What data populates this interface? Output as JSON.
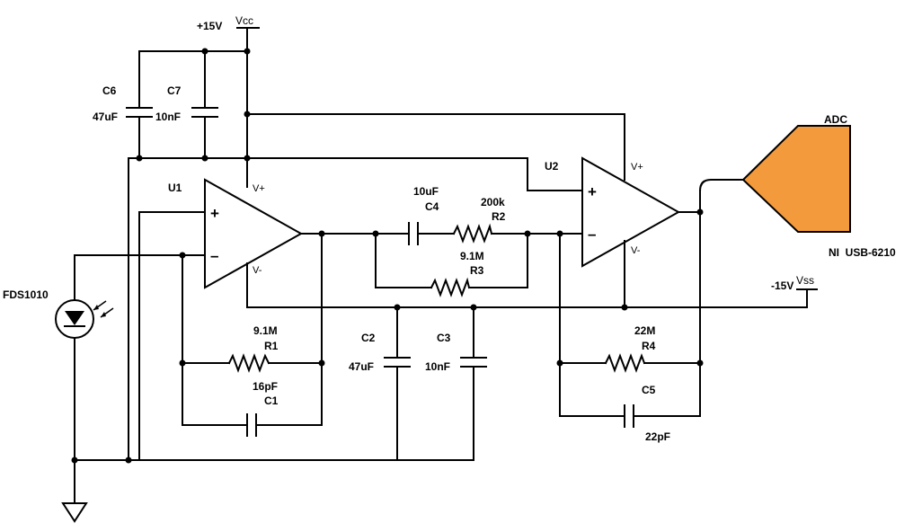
{
  "rails": {
    "vcc_voltage": "+15V",
    "vcc_name": "Vcc",
    "vss_voltage": "-15V",
    "vss_name": "Vss"
  },
  "opamps": {
    "u1": {
      "ref": "U1",
      "plus": "+",
      "minus": "–",
      "vpos": "V+",
      "vneg": "V-"
    },
    "u2": {
      "ref": "U2",
      "plus": "+",
      "minus": "–",
      "vpos": "V+",
      "vneg": "V-"
    }
  },
  "components": {
    "c6": {
      "ref": "C6",
      "value": "47uF"
    },
    "c7": {
      "ref": "C7",
      "value": "10nF"
    },
    "c4": {
      "ref": "C4",
      "value": "10uF"
    },
    "r2": {
      "ref": "R2",
      "value": "200k"
    },
    "r3": {
      "ref": "R3",
      "value": "9.1M"
    },
    "r1": {
      "ref": "R1",
      "value": "9.1M"
    },
    "c1": {
      "ref": "C1",
      "value": "16pF"
    },
    "c2": {
      "ref": "C2",
      "value": "47uF"
    },
    "c3": {
      "ref": "C3",
      "value": "10nF"
    },
    "r4": {
      "ref": "R4",
      "value": "22M"
    },
    "c5": {
      "ref": "C5",
      "value": "22pF"
    },
    "photodiode": {
      "ref": "FDS1010"
    }
  },
  "adc": {
    "label": "ADC",
    "device": "NI  USB-6210",
    "fill_color": "#f39a3c"
  },
  "colors": {
    "wire": "#000000",
    "background": "#ffffff"
  },
  "icons": [
    "ground-icon",
    "photodiode-icon",
    "opamp-icon",
    "resistor-icon",
    "capacitor-icon"
  ]
}
